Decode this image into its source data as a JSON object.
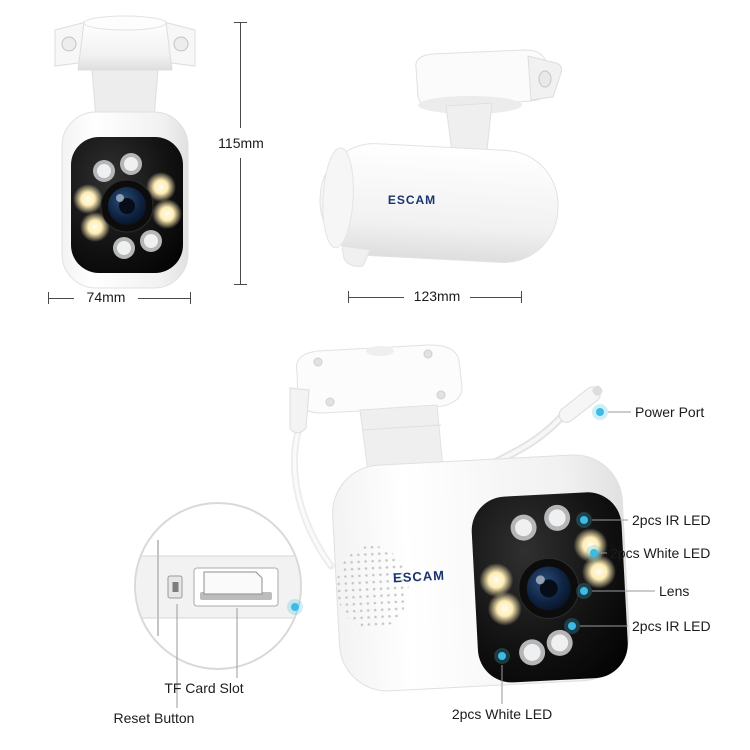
{
  "brand": {
    "logo_text": "ESCAM"
  },
  "dimensions": {
    "front_height": "115mm",
    "front_width": "74mm",
    "side_length": "123mm"
  },
  "callouts": {
    "power_port": "Power Port",
    "ir_led_top": "2pcs IR LED",
    "white_led_right": "2pcs White LED",
    "lens": "Lens",
    "ir_led_bottom": "2pcs IR LED",
    "white_led_bottom": "2pcs White LED",
    "tf_card_slot": "TF Card Slot",
    "reset_button": "Reset Button"
  },
  "colors": {
    "accent": "#3cbbe4",
    "logo": "#19356f",
    "dimension_line": "#4a4a4a",
    "leader_line": "#9a9a9a",
    "text": "#1c1c1c"
  }
}
